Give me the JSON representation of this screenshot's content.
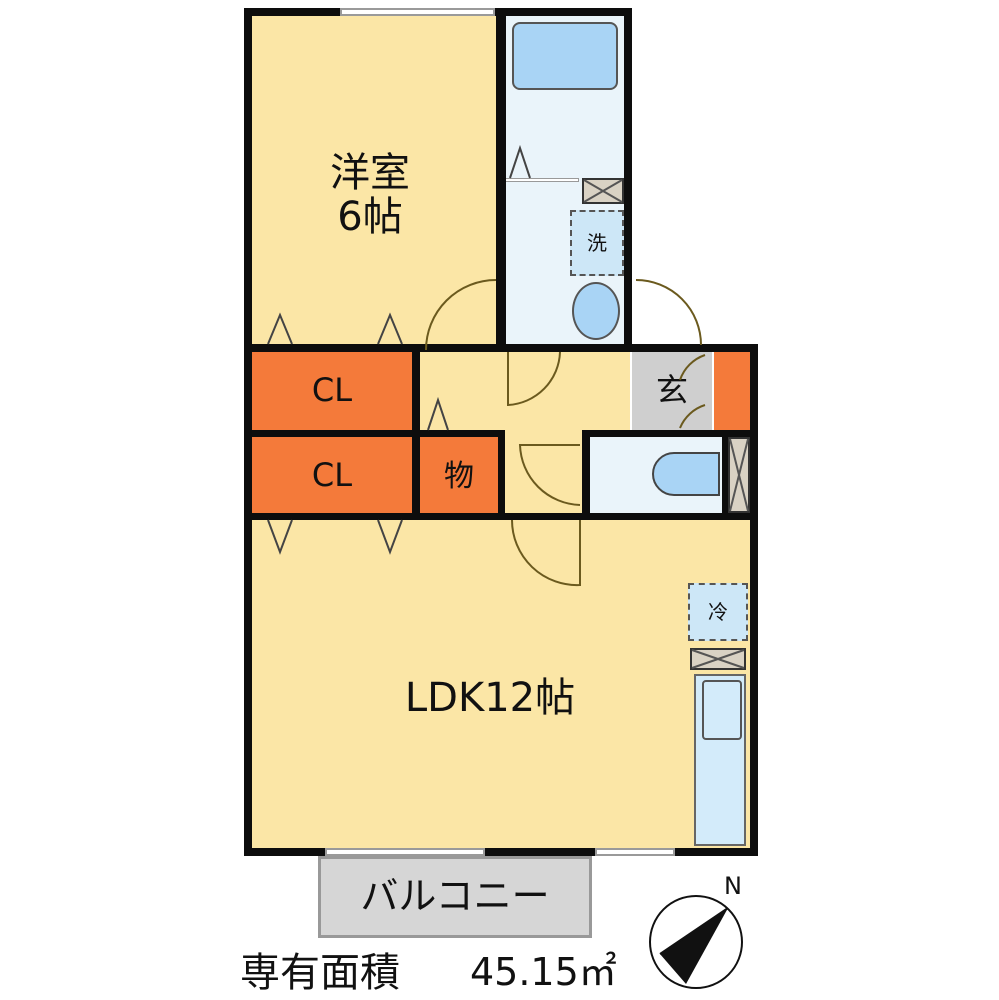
{
  "floorplan": {
    "rooms": {
      "western_room": {
        "label": "洋室\n6帖"
      },
      "closet_1": {
        "label": "CL"
      },
      "closet_2": {
        "label": "CL"
      },
      "storage": {
        "label": "物"
      },
      "entrance": {
        "label": "玄"
      },
      "ldk": {
        "label": "LDK12帖"
      },
      "balcony": {
        "label": "バルコニー"
      }
    },
    "fixtures": {
      "washer": {
        "label": "洗"
      },
      "fridge": {
        "label": "冷"
      }
    },
    "compass": {
      "label": "N"
    },
    "area": {
      "label": "専有面積",
      "value": "45.15㎡"
    },
    "colors": {
      "room_floor": "#fbe6a6",
      "storage": "#f47a3a",
      "wet_area": "#eaf4fa",
      "entrance": "#cfcfcf",
      "fixture_blue": "#a9d4f5",
      "wall": "#0d0d0d"
    }
  }
}
